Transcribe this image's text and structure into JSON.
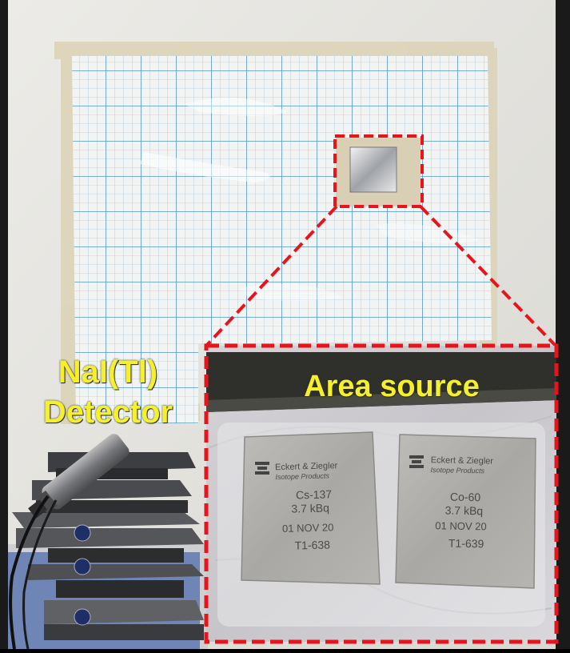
{
  "detector_label": [
    "NaI(Tl)",
    "Detector"
  ],
  "inset_label": "Area source",
  "sources": [
    {
      "maker": "Eckert & Ziegler",
      "subtitle": "Isotope Products",
      "isotope": "Cs-137",
      "activity": "3.7 kBq",
      "date": "01 NOV 20",
      "serial": "T1-638"
    },
    {
      "maker": "Eckert & Ziegler",
      "subtitle": "Isotope Products",
      "isotope": "Co-60",
      "activity": "3.7 kBq",
      "date": "01 NOV 20",
      "serial": "T1-639"
    }
  ],
  "colors": {
    "label_yellow": "#f5f02a",
    "highlight_red": "#e8141c",
    "grid_blue": "#4f95c9",
    "wall": "#e6e4df",
    "inset_bar": "#2f302c"
  }
}
